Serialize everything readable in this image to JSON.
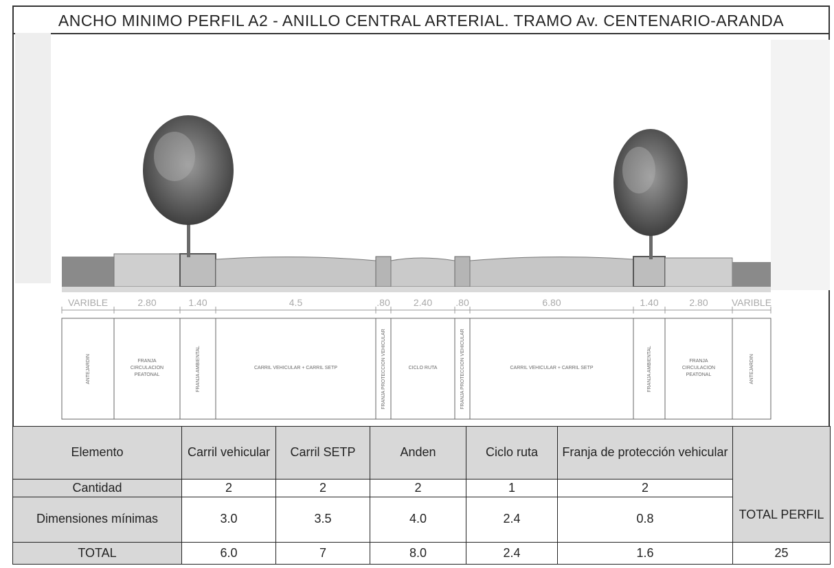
{
  "title": "ANCHO MINIMO PERFIL A2 - ANILLO CENTRAL ARTERIAL. TRAMO Av. CENTENARIO-ARANDA",
  "drawing": {
    "dimensions": [
      "VARIBLE",
      "2.80",
      "1.40",
      "4.5",
      ".80",
      "2.40",
      ".80",
      "6.80",
      "1.40",
      "2.80",
      "VARIBLE"
    ],
    "zones": [
      {
        "label": "ANTEJARDIN",
        "vertical": true
      },
      {
        "label": "FRANJA CIRCULACION PEATONAL",
        "vertical": false
      },
      {
        "label": "FRANJA AMBIENTAL",
        "vertical": true
      },
      {
        "label": "CARRIL VEHICULAR + CARRIL SETP",
        "vertical": false
      },
      {
        "label": "FRANJA PROTECCION VEHICULAR",
        "vertical": true
      },
      {
        "label": "CICLO RUTA",
        "vertical": false
      },
      {
        "label": "FRANJA PROTECCION VEHICULAR",
        "vertical": true
      },
      {
        "label": "CARRIL VEHICULAR + CARRIL SETP",
        "vertical": false
      },
      {
        "label": "FRANJA AMBIENTAL",
        "vertical": true
      },
      {
        "label": "FRANJA CIRCULACION PEATONAL",
        "vertical": false
      },
      {
        "label": "ANTEJARDIN",
        "vertical": true
      }
    ]
  },
  "table": {
    "header": {
      "element": "Elemento",
      "columns": [
        "Carril vehicular",
        "Carril SETP",
        "Anden",
        "Ciclo ruta",
        "Franja de protección vehicular"
      ],
      "total": "TOTAL PERFIL"
    },
    "rows": [
      {
        "label": "Cantidad",
        "values": [
          "2",
          "2",
          "2",
          "1",
          "2"
        ]
      },
      {
        "label": "Dimensiones mínimas",
        "values": [
          "3.0",
          "3.5",
          "4.0",
          "2.4",
          "0.8"
        ]
      },
      {
        "label": "TOTAL",
        "values": [
          "6.0",
          "7",
          "8.0",
          "2.4",
          "1.6"
        ],
        "total": "25"
      }
    ]
  }
}
